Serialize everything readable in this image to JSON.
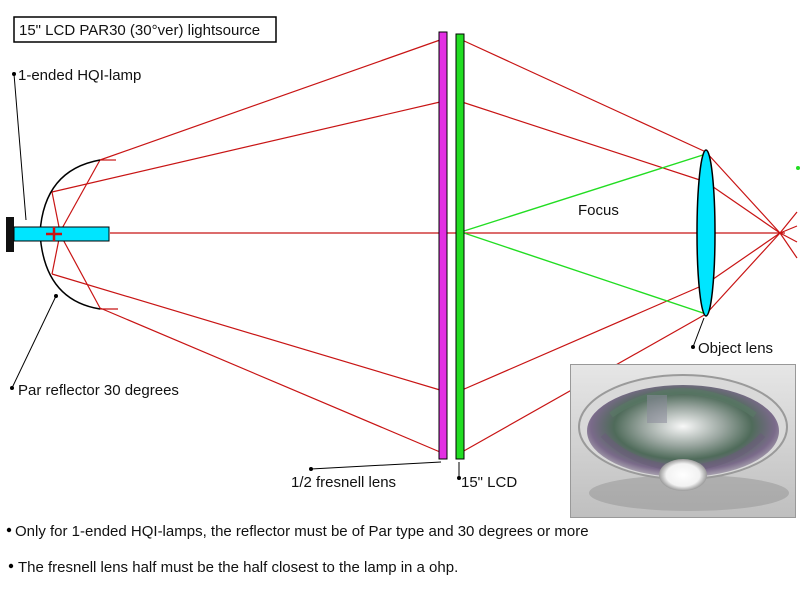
{
  "title": "15\" LCD PAR30 (30°ver) lightsource",
  "labels": {
    "lamp": "1-ended HQI-lamp",
    "reflector": "Par reflector 30 degrees",
    "fresnel": "1/2 fresnell lens",
    "lcd": "15\" LCD",
    "focus": "Focus",
    "object_lens": "Object lens"
  },
  "notes": [
    "Only for 1-ended HQI-lamps, the reflector must be of Par type and 30 degrees or more",
    "The fresnell lens half must be the half closest to the lamp in a ohp."
  ],
  "colors": {
    "ray": "#c81414",
    "focus_ray": "#22dd22",
    "fresnel": "#e22ee2",
    "lcd": "#22dd22",
    "lens": "#00e5ff",
    "lamp": "#00e5ff",
    "lamp_base": "#111111"
  },
  "photo": "reflector-photo"
}
